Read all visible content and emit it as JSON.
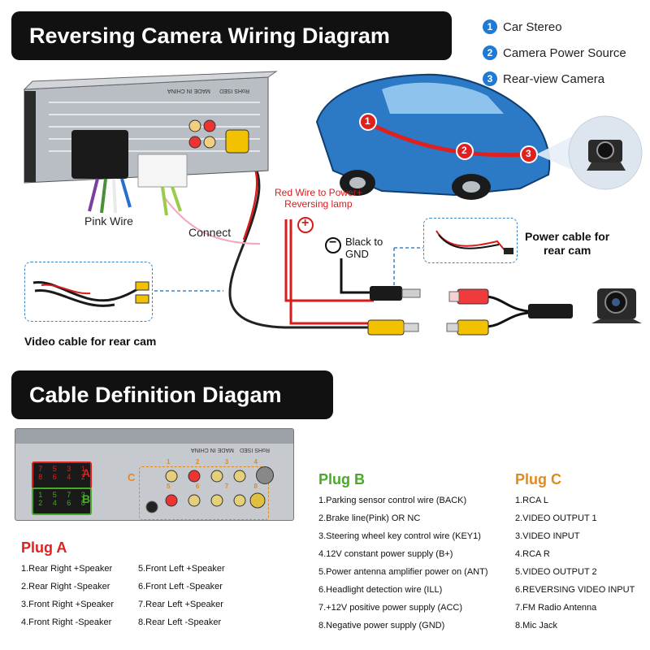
{
  "wiring": {
    "title": "Reversing Camera Wiring Diagram",
    "legend": [
      {
        "num": "1",
        "label": "Car Stereo"
      },
      {
        "num": "2",
        "label": "Camera Power Source"
      },
      {
        "num": "3",
        "label": "Rear-view Camera"
      }
    ],
    "labels": {
      "pink_wire": "Pink Wire",
      "connect": "Connect",
      "red_wire_line1": "Red Wire to Power+",
      "red_wire_line2": "Reversing lamp",
      "black_line1": "Black to",
      "black_line2": "GND",
      "power_cable_line1": "Power cable for",
      "power_cable_line2": "rear cam",
      "video_cable": "Video cable for rear cam",
      "plus_symbol": "+",
      "minus_symbol": "−"
    },
    "stereo_markings": "MADE IN CHINA",
    "stereo_markings2": "RoHS ISED",
    "car_markers": [
      "1",
      "2",
      "3"
    ]
  },
  "cable": {
    "title": "Cable Definition Diagam",
    "panel_letters": {
      "a": "A",
      "b": "B",
      "c": "C"
    },
    "plug_a_pins_top": [
      "7",
      "5",
      "3",
      "1"
    ],
    "plug_a_pins_bottom": [
      "8",
      "6",
      "4",
      "2"
    ],
    "plug_b_pins_top": [
      "1",
      "5",
      "7",
      "3"
    ],
    "plug_b_pins_bottom": [
      "2",
      "4",
      "6",
      "8"
    ],
    "plug_c_pins": [
      "1",
      "2",
      "3",
      "4",
      "5",
      "6",
      "7",
      "8"
    ],
    "plug_a": {
      "title": "Plug A",
      "items_left": [
        "1.Rear Right +Speaker",
        "2.Rear Right -Speaker",
        "3.Front Right +Speaker",
        "4.Front  Right -Speaker"
      ],
      "items_right": [
        "5.Front Left +Speaker",
        "6.Front Left -Speaker",
        "7.Rear Left +Speaker",
        "8.Rear Left -Speaker"
      ]
    },
    "plug_b": {
      "title": "Plug B",
      "items": [
        "1.Parking sensor control wire (BACK)",
        "2.Brake line(Pink) OR NC",
        "3.Steering wheel key control wire (KEY1)",
        "4.12V constant power supply (B+)",
        "5.Power antenna amplifier power on (ANT)",
        "6.Headlight detection wire (ILL)",
        "7.+12V positive power supply (ACC)",
        "8.Negative power supply (GND)"
      ]
    },
    "plug_c": {
      "title": "Plug C",
      "items": [
        "1.RCA L",
        "2.VIDEO OUTPUT 1",
        "3.VIDEO INPUT",
        "4.RCA R",
        "5.VIDEO OUTPUT 2",
        "6.REVERSING VIDEO INPUT",
        "7.FM Radio Antenna",
        "8.Mic Jack"
      ]
    }
  },
  "colors": {
    "plug_a": "#e02020",
    "plug_b": "#4aa82a",
    "plug_c": "#e08a1e",
    "legend_blue": "#1f7ad6",
    "wire_red": "#d81b1b",
    "rca_yellow": "#f2c200"
  }
}
